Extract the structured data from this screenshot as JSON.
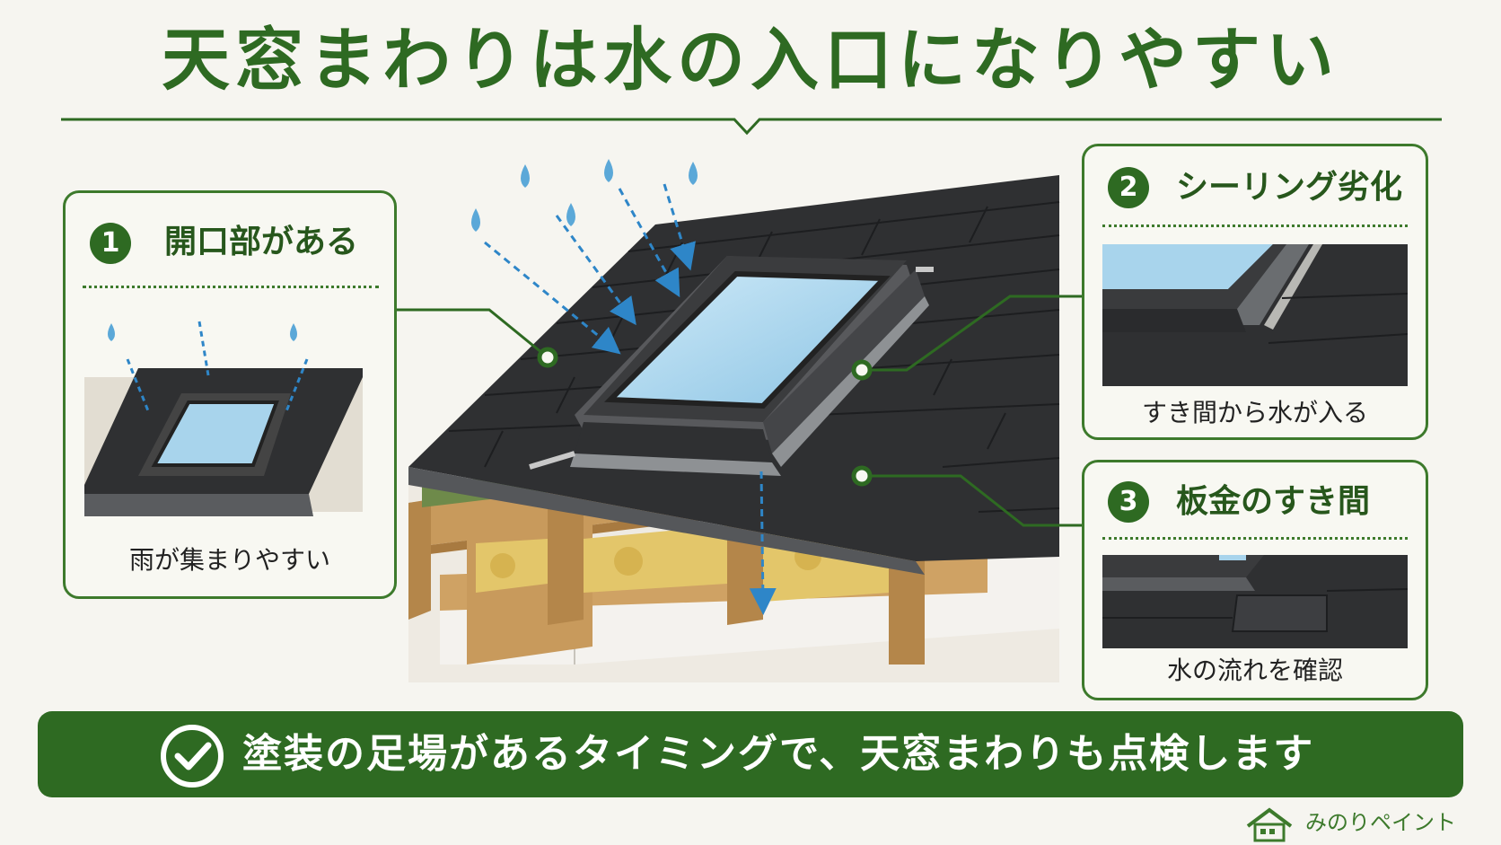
{
  "title": "天窓まわりは水の入口になりやすい",
  "panels": [
    {
      "number": "1",
      "title": "開口部がある",
      "caption": "雨が集まりやすい"
    },
    {
      "number": "2",
      "title": "シーリング劣化",
      "caption": "すき間から水が入る"
    },
    {
      "number": "3",
      "title": "板金のすき間",
      "caption": "水の流れを確認"
    }
  ],
  "banner": {
    "text": "塗装の足場があるタイミングで、天窓まわりも点検します",
    "icon": "check-circle-icon"
  },
  "brand": {
    "name": "みのりペイント",
    "icon": "house-icon"
  },
  "colors": {
    "primary_green": "#2e6a22",
    "panel_border": "#3d7a2c",
    "roof": "#2f3032",
    "glass": "#a8d4ec",
    "rain": "#5ba8d8",
    "wood": "#c89a5c",
    "insulation": "#e3c66a"
  }
}
